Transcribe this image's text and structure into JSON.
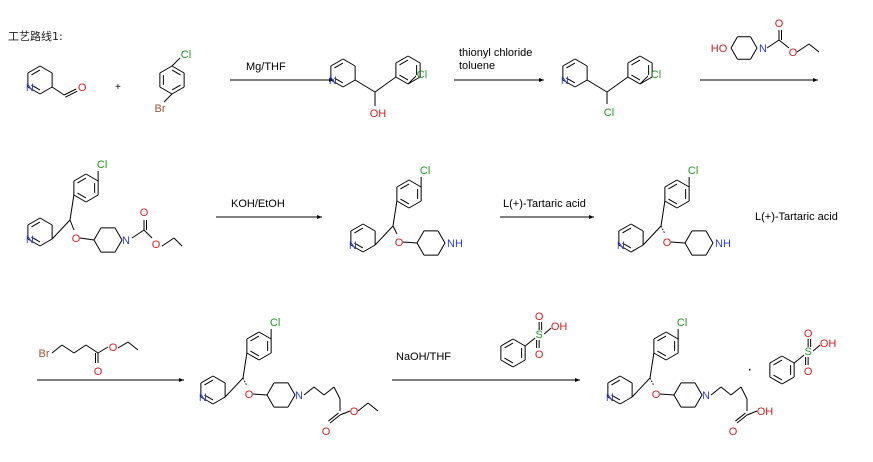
{
  "title": "工艺路线1:",
  "colors": {
    "nitrogen": "#2b3fd6",
    "oxygen": "#d42020",
    "chlorine": "#1c9a1c",
    "bromine": "#a0522d",
    "carbon": "#000000"
  },
  "reagents": {
    "r1": "Mg/THF",
    "r2_line1": "thionyl chloride",
    "r2_line2": "toluene",
    "r4": "KOH/EtOH",
    "r5": "L(+)-Tartaric acid",
    "r7": "NaOH/THF"
  },
  "salt_label": "L(+)-Tartaric acid",
  "plus": "+",
  "dot": "·",
  "atoms": {
    "N": "N",
    "O": "O",
    "Cl": "Cl",
    "Br": "Br",
    "OH": "OH",
    "HO": "HO",
    "NH": "NH",
    "S": "S"
  }
}
